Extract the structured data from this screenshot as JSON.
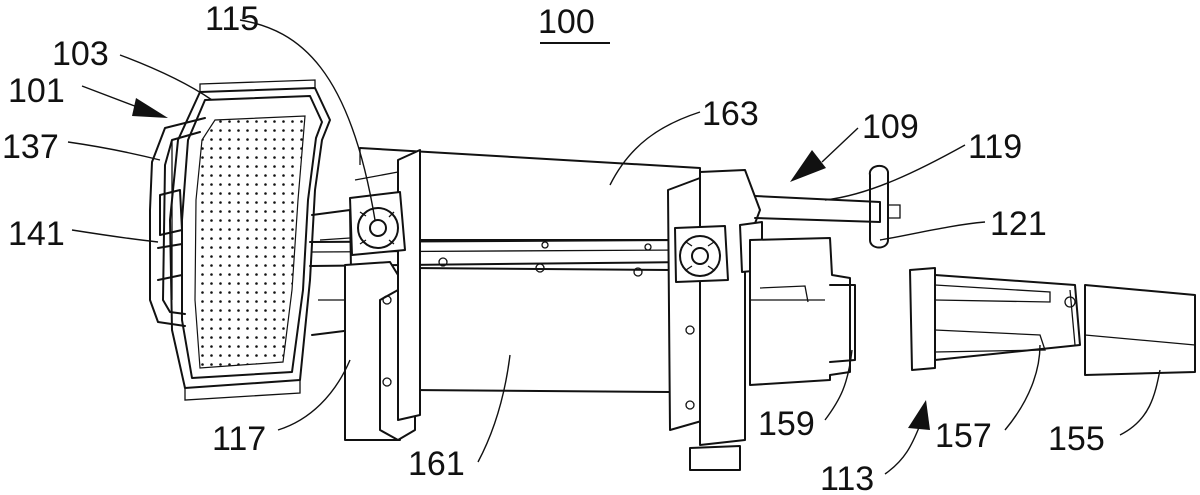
{
  "figure": {
    "title_number": "100",
    "labels": {
      "l101": "101",
      "l103": "103",
      "l109": "109",
      "l113": "113",
      "l115": "115",
      "l117": "117",
      "l119": "119",
      "l121": "121",
      "l137": "137",
      "l141": "141",
      "l155": "155",
      "l157": "157",
      "l159": "159",
      "l161": "161",
      "l163": "163"
    }
  }
}
